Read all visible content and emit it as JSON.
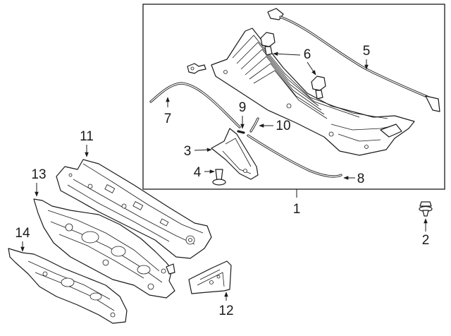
{
  "diagram": {
    "callouts": {
      "c1": "1",
      "c2": "2",
      "c3": "3",
      "c4": "4",
      "c5": "5",
      "c6": "6",
      "c7": "7",
      "c8": "8",
      "c9": "9",
      "c10": "10",
      "c11": "11",
      "c12": "12",
      "c13": "13",
      "c14": "14"
    },
    "colors": {
      "line": "#1a1a1a",
      "background": "#ffffff"
    }
  }
}
